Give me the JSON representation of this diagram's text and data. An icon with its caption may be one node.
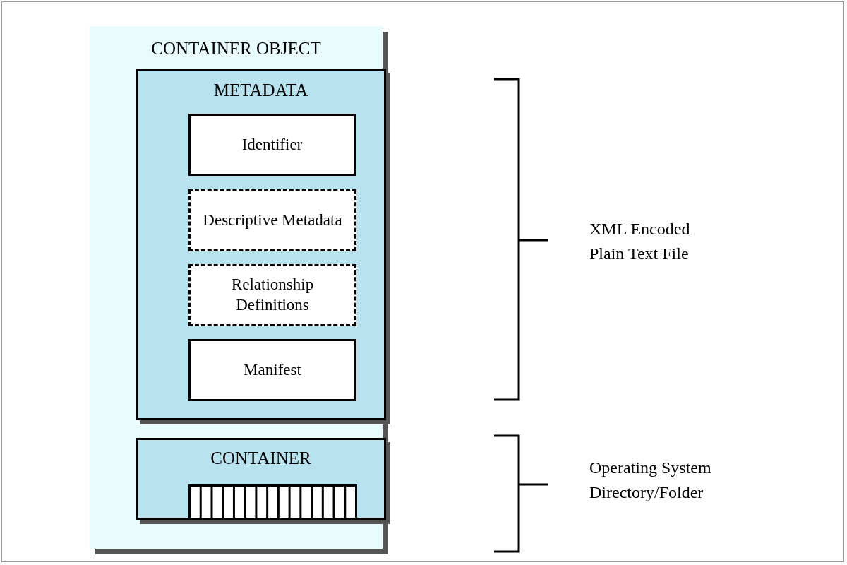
{
  "diagram": {
    "nodes": [
      {
        "text": [
          "CONTAINER OBJECT"
        ]
      },
      {
        "text": [
          "METADATA"
        ],
        "in": 0
      },
      {
        "text": [
          "Identifier"
        ],
        "in": 1
      },
      {
        "text": [
          "Descriptive Metadata"
        ],
        "in": 1
      },
      {
        "text": [
          "Relationship Definitions"
        ],
        "in": 1
      },
      {
        "text": [
          "Manifest"
        ],
        "in": 1
      },
      {
        "text": [
          "CONTAINER"
        ],
        "in": 0
      },
      {
        "text": [],
        "shape": "bar",
        "in": 6
      }
    ],
    "edges": [],
    "labels": [
      "XML Encoded Plain Text File",
      "Operating System Directory/Folder"
    ]
  }
}
